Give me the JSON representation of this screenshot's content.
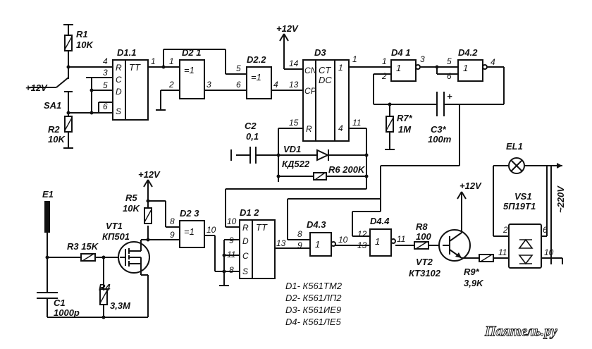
{
  "chips": {
    "d1_1": "D1.1",
    "d2_1": "D2 1",
    "d2_2": "D2.2",
    "d3": "D3",
    "d4_1": "D4 1",
    "d4_2": "D4.2",
    "d2_3": "D2 3",
    "d1_2": "D1 2",
    "d4_3": "D4.3",
    "d4_4": "D4.4"
  },
  "gate_symbols": {
    "tt": "TT",
    "xor": "=1",
    "and": "1",
    "ct": "CT",
    "dc": "DC"
  },
  "io_labels": {
    "r": "R",
    "c": "C",
    "d": "D",
    "s": "S",
    "cn": "CN",
    "cp": "CP"
  },
  "components": {
    "r1": [
      "R1",
      "10K"
    ],
    "r2": [
      "R2",
      "10K"
    ],
    "sa1": "SA1",
    "supply_12v": "+12V",
    "c2": [
      "C2",
      "0,1"
    ],
    "vd1": [
      "VD1",
      "КД522"
    ],
    "r6": "R6 200K",
    "r7": [
      "R7*",
      "1M"
    ],
    "c3": [
      "C3*",
      "100m"
    ],
    "c3_plus": "+",
    "el1": "EL1",
    "vs1": [
      "VS1",
      "5П19Т1"
    ],
    "mains": "~220V",
    "e1": "E1",
    "c1": [
      "C1",
      "1000p"
    ],
    "r3": "R3 15K",
    "r4": [
      "R4",
      "3,3M"
    ],
    "r5": [
      "R5",
      "10K"
    ],
    "vt1": [
      "VT1",
      "КП501"
    ],
    "r8": [
      "R8",
      "100"
    ],
    "vt2": [
      "VT2",
      "КТ3102"
    ],
    "r9": [
      "R9*",
      "3,9K"
    ]
  },
  "pin_numbers": {
    "d1_1": [
      "4",
      "3",
      "5",
      "6",
      "1"
    ],
    "d2_1": [
      "1",
      "2",
      "3"
    ],
    "d2_2": [
      "5",
      "6",
      "4"
    ],
    "d3": [
      "14",
      "13",
      "15",
      "1",
      "11",
      "4"
    ],
    "d4_1": [
      "1",
      "2",
      "3"
    ],
    "d4_2": [
      "5",
      "6",
      "4"
    ],
    "d2_3": [
      "8",
      "9",
      "10"
    ],
    "d1_2": [
      "10",
      "9",
      "11",
      "8",
      "13"
    ],
    "d4_3": [
      "8",
      "9",
      "10"
    ],
    "d4_4": [
      "12",
      "13",
      "11"
    ],
    "vs1": [
      "2",
      "6",
      "11",
      "10"
    ]
  },
  "notes": [
    "D1- К561ТМ2",
    "D2- К561ЛП2",
    "D3- К561ИЕ9",
    "D4- К561ЛЕ5"
  ],
  "watermark": "Паяmель.ру"
}
